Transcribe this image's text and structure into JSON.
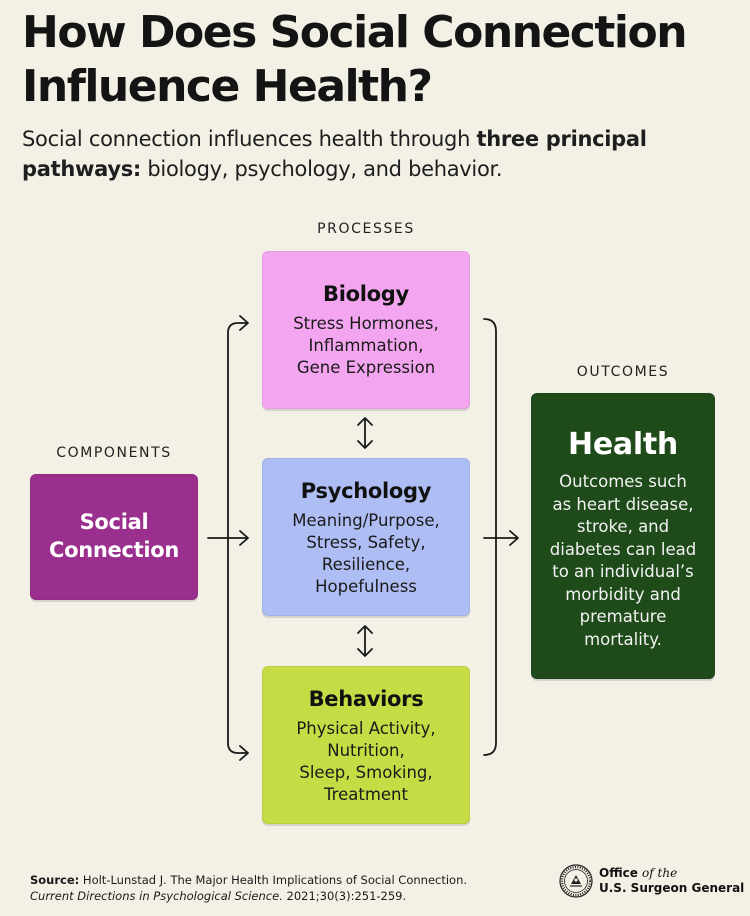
{
  "title": {
    "line1": "How Does Social Connection",
    "line2": "Influence Health?"
  },
  "subtitle": {
    "pre": "Social connection influences health through ",
    "bold": "three principal pathways:",
    "post": " biology, psychology, and behavior."
  },
  "labels": {
    "processes": "PROCESSES",
    "components": "COMPONENTS",
    "outcomes": "OUTCOMES"
  },
  "component": {
    "title_line1": "Social",
    "title_line2": "Connection",
    "color": "#9a2f8e"
  },
  "processes": [
    {
      "title": "Biology",
      "lines": [
        "Stress Hormones,",
        "Inflammation,",
        "Gene Expression"
      ],
      "color": "#f3a6ef"
    },
    {
      "title": "Psychology",
      "lines": [
        "Meaning/Purpose,",
        "Stress, Safety,",
        "Resilience,",
        "Hopefulness"
      ],
      "color": "#aebdf3"
    },
    {
      "title": "Behaviors",
      "lines": [
        "Physical Activity,",
        "Nutrition,",
        "Sleep, Smoking,",
        "Treatment"
      ],
      "color": "#c6dc45"
    }
  ],
  "outcome": {
    "title": "Health",
    "lines": [
      "Outcomes such",
      "as heart disease,",
      "stroke, and",
      "diabetes can lead",
      "to an individual’s",
      "morbidity and",
      "premature",
      "mortality."
    ],
    "color": "#1f4b1b"
  },
  "source": {
    "label": "Source:",
    "text": " Holt-Lunstad J. The Major Health Implications of Social Connection.",
    "journal": "Current Directions in Psychological Science.",
    "citation": " 2021;30(3):251-259."
  },
  "office": {
    "office_word": "Office",
    "of_the": "of the",
    "name": "U.S. Surgeon General"
  },
  "logo_icon": "surgeon-general-seal-icon"
}
